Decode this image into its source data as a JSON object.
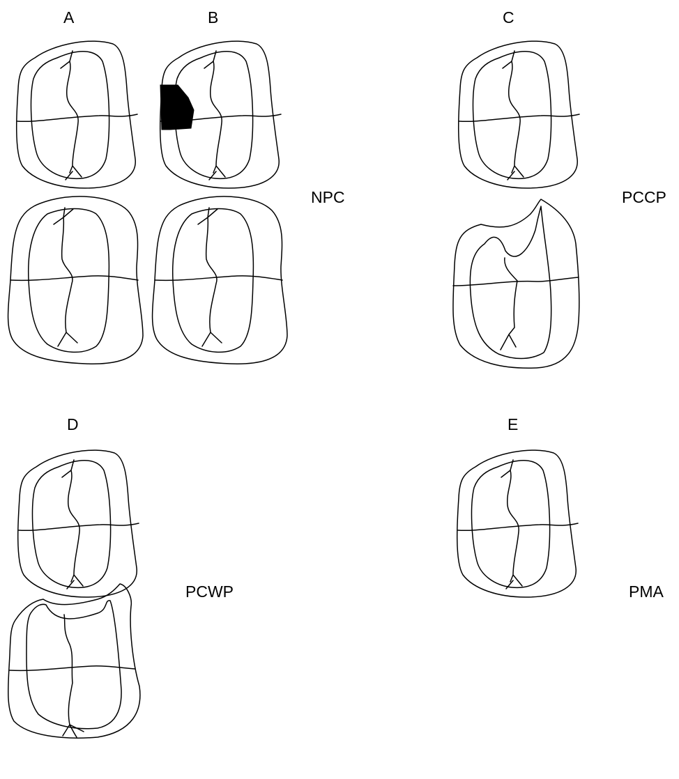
{
  "panels": [
    {
      "letter": "A",
      "condition": ""
    },
    {
      "letter": "B",
      "condition": "NPC"
    },
    {
      "letter": "C",
      "condition": "PCCP"
    },
    {
      "letter": "D",
      "condition": "PCWP"
    },
    {
      "letter": "E",
      "condition": "PMA"
    }
  ]
}
